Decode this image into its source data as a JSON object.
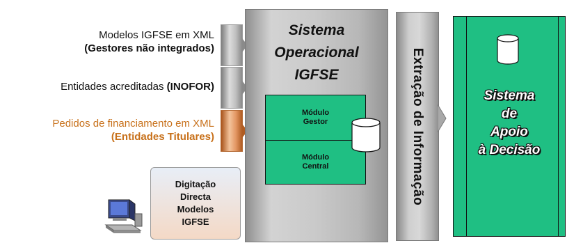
{
  "sources": [
    {
      "line1": "Modelos IGFSE em XML",
      "line2_bold": "(Gestores não integrados)"
    },
    {
      "line1": "Entidades acreditadas ",
      "line1_bold": "(INOFOR)"
    },
    {
      "line1": "Pedidos de financiamento em XML",
      "line2_bold": "(Entidades Titulares)"
    }
  ],
  "digitacao": {
    "line1": "Digitação",
    "line2": "Directa",
    "line3": "Modelos",
    "line4": "IGFSE"
  },
  "sistema_operacional": {
    "line1": "Sistema",
    "line2": "Operacional",
    "line3": "IGFSE"
  },
  "modulos": {
    "gestor": {
      "line1": "Módulo",
      "line2": "Gestor"
    },
    "central": {
      "line1": "Módulo",
      "line2": "Central"
    }
  },
  "extracao": {
    "label": "Extração de Informação"
  },
  "sad": {
    "line1": "Sistema",
    "line2": "de",
    "line3": "Apoio",
    "line4": "à Decisão"
  },
  "colors": {
    "green": "#1fbf83",
    "orange": "#c8711b",
    "gray": "#c9c9c9"
  },
  "icons": [
    "database-icon",
    "computer-icon",
    "arrow-icon"
  ]
}
